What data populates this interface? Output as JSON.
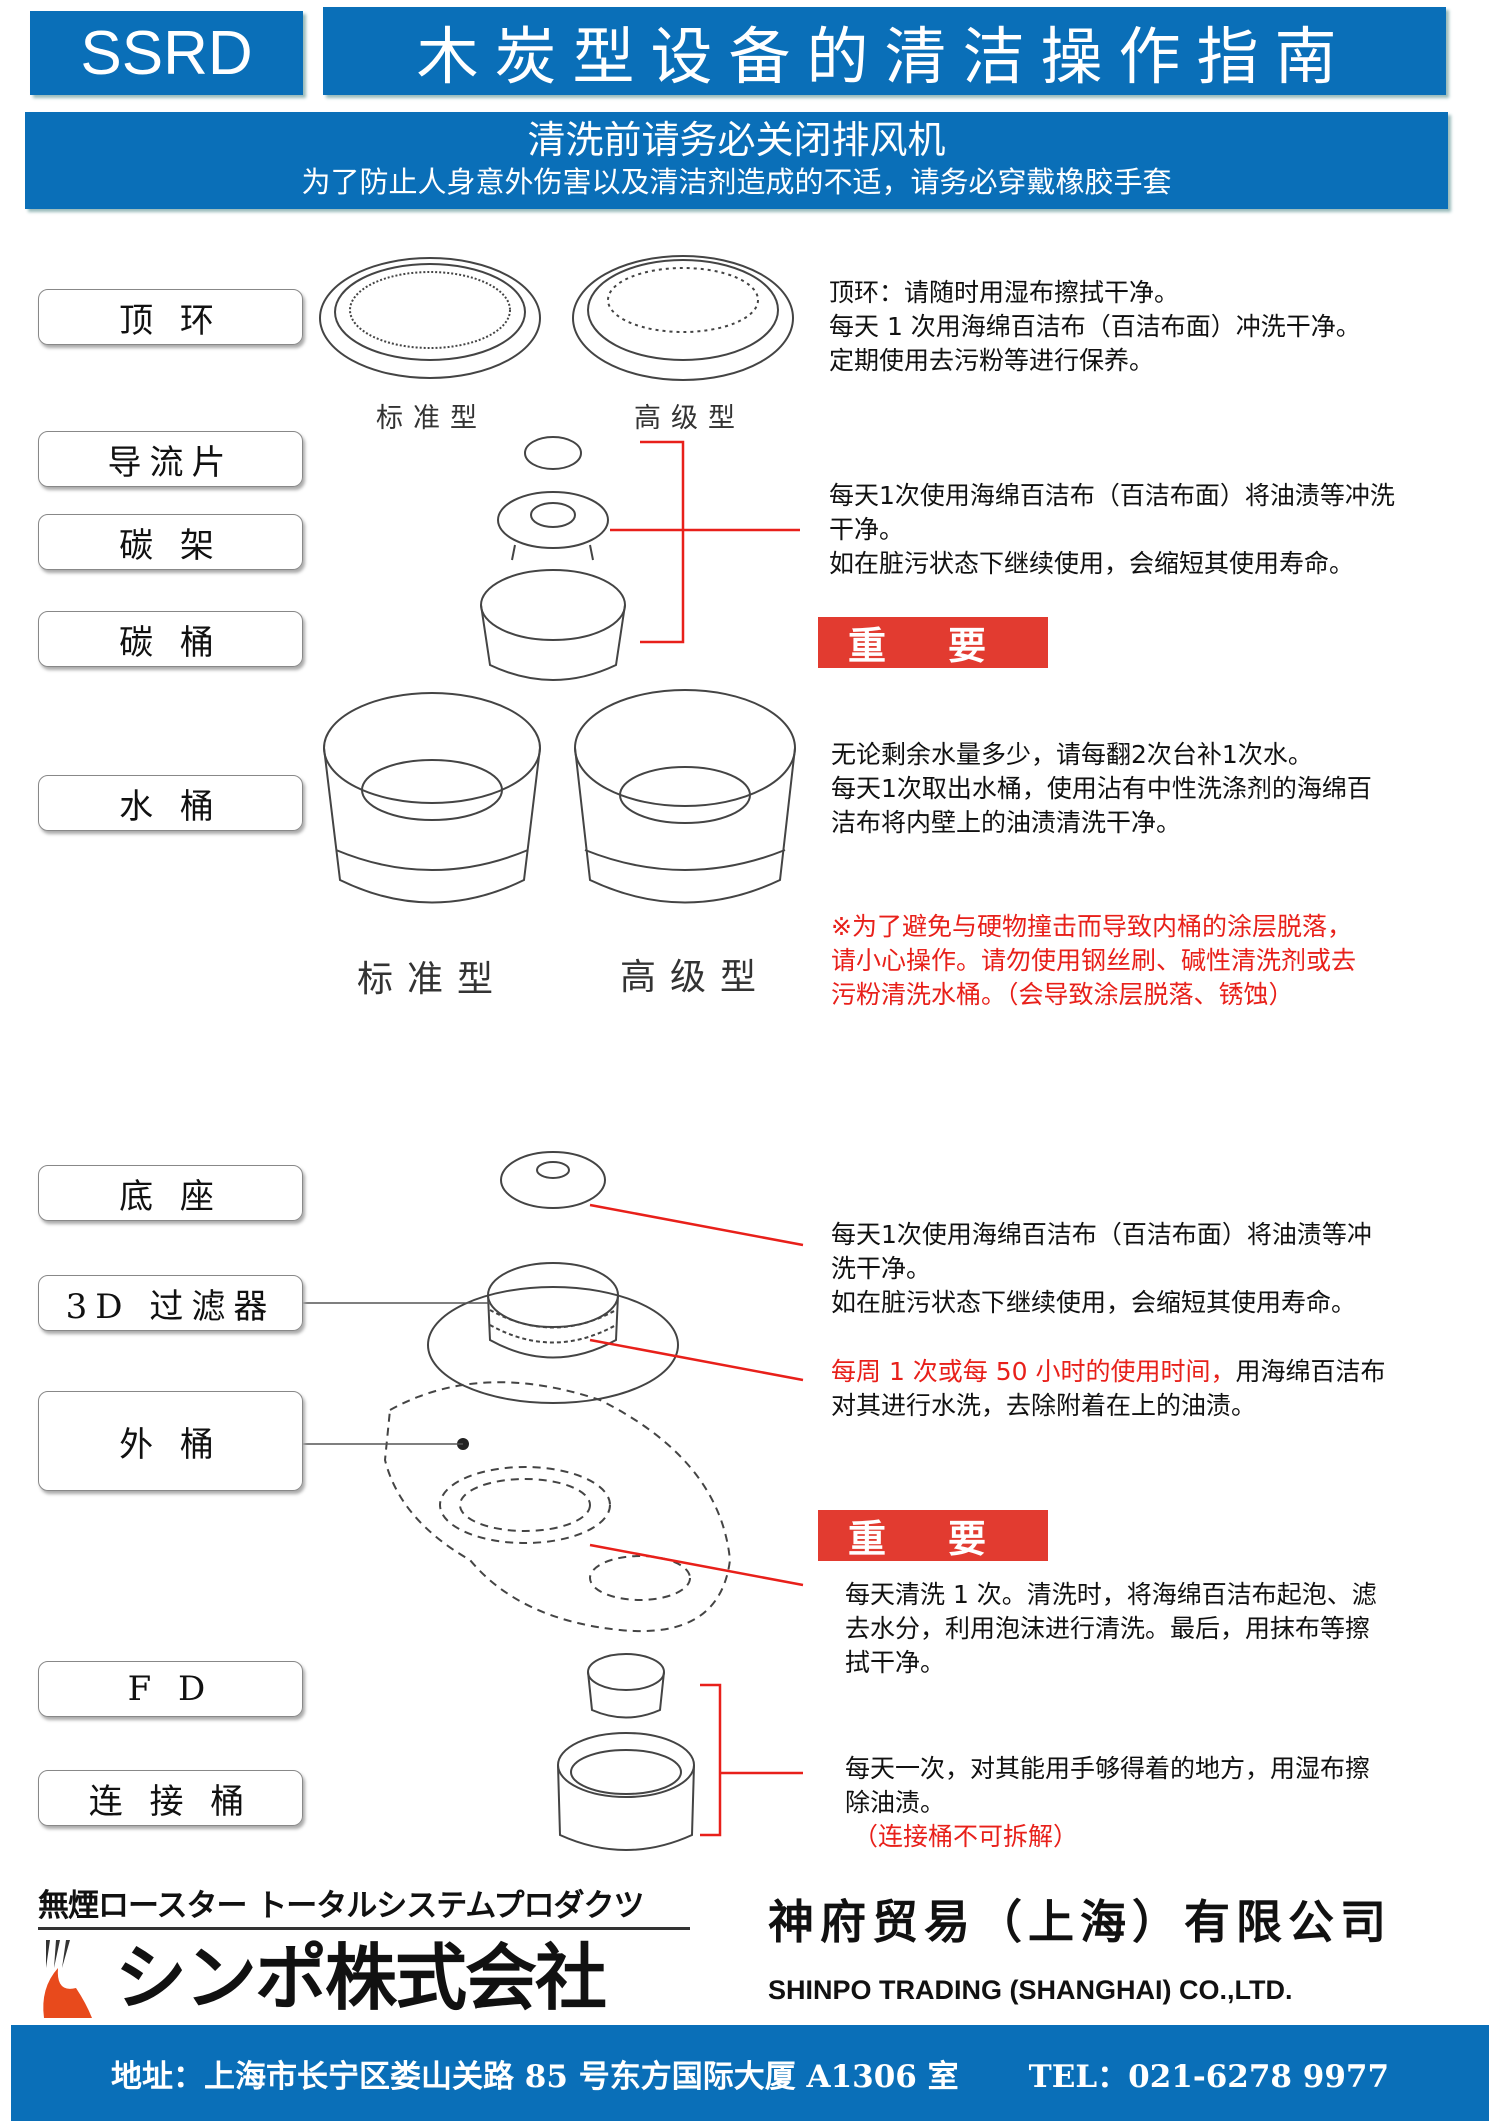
{
  "header": {
    "brand": "SSRD",
    "title": "木炭型设备的清洁操作指南"
  },
  "banner": {
    "line1": "清洗前请务必关闭排风机",
    "line2": "为了防止人身意外伤害以及清洁剂造成的不适，请务必穿戴橡胶手套"
  },
  "labels": [
    "顶 环",
    "导流片",
    "碳 架",
    "碳 桶",
    "水 桶",
    "底 座",
    "3D 过滤器",
    "外 桶",
    "F D",
    "连 接 桶"
  ],
  "captions": {
    "standard": "标准型",
    "premium": "高级型"
  },
  "important": [
    "重",
    "要"
  ],
  "texts": {
    "top_ring": [
      "顶环：请随时用湿布擦拭干净。",
      "每天 1 次用海绵百洁布（百洁布面）冲洗干净。",
      "定期使用去污粉等进行保养。"
    ],
    "carbon": [
      "每天1次使用海绵百洁布（百洁布面）将油渍等冲洗",
      "干净。",
      "如在脏污状态下继续使用，会缩短其使用寿命。"
    ],
    "water": [
      "无论剩余水量多少，请每翻2次台补1次水。",
      "每天1次取出水桶，使用沾有中性洗涤剂的海绵百",
      "洁布将内壁上的油渍清洗干净。"
    ],
    "water_warning": [
      "※为了避免与硬物撞击而导致内桶的涂层脱落，",
      "请小心操作。请勿使用钢丝刷、碱性清洗剂或去",
      "污粉清洗水桶。（会导致涂层脱落、锈蚀）"
    ],
    "base": [
      "每天1次使用海绵百洁布（百洁布面）将油渍等冲",
      "洗干净。",
      "如在脏污状态下继续使用，会缩短其使用寿命。"
    ],
    "filter_red": "每周 1 次或每 50 小时的使用时间，",
    "filter_black": [
      "用海绵百洁布",
      "对其进行水洗，去除附着在上的油渍。"
    ],
    "outer": [
      "每天清洗 1 次。清洗时，将海绵百洁布起泡、滤",
      "去水分，利用泡沫进行清洗。最后，用抹布等擦",
      "拭干净。"
    ],
    "connector": [
      "每天一次，对其能用手够得着的地方，用湿布擦",
      "除油渍。"
    ],
    "connector_note": "（连接桶不可拆解）"
  },
  "footer": {
    "jp_tagline": "無煙ロースター トータルシステムプロダクツ",
    "jp_company": "シンポ株式会社",
    "cn_company": "神府贸易（上海）有限公司",
    "en_company": "SHINPO TRADING (SHANGHAI) CO.,LTD.",
    "address": "地址：上海市长宁区娄山关路 85 号东方国际大厦 A1306 室",
    "tel": "TEL：021-6278 9977"
  },
  "colors": {
    "blue": "#0a6fb8",
    "red": "#e8201a",
    "important": "#e23b30"
  }
}
